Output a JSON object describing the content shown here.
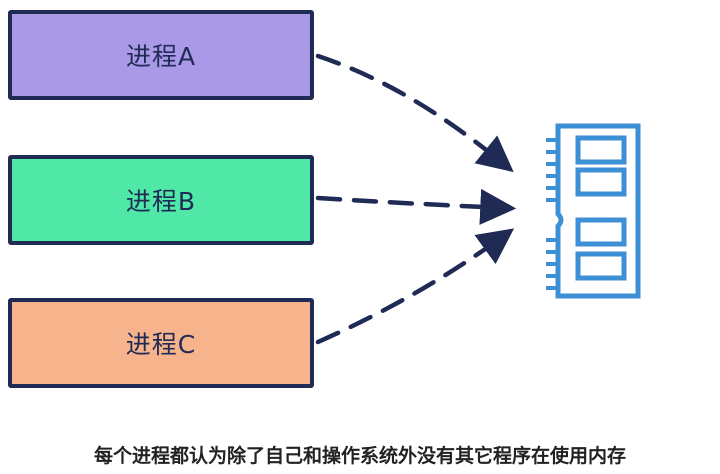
{
  "processes": [
    {
      "label": "进程A",
      "color": "#a999e6"
    },
    {
      "label": "进程B",
      "color": "#4fe8a7"
    },
    {
      "label": "进程C",
      "color": "#f7b38c"
    }
  ],
  "memory": {
    "icon": "memory-chip-icon",
    "color": "#3d8fd6"
  },
  "arrow_color": "#1f2a55",
  "caption": "每个进程都认为除了自己和操作系统外没有其它程序在使用内存"
}
